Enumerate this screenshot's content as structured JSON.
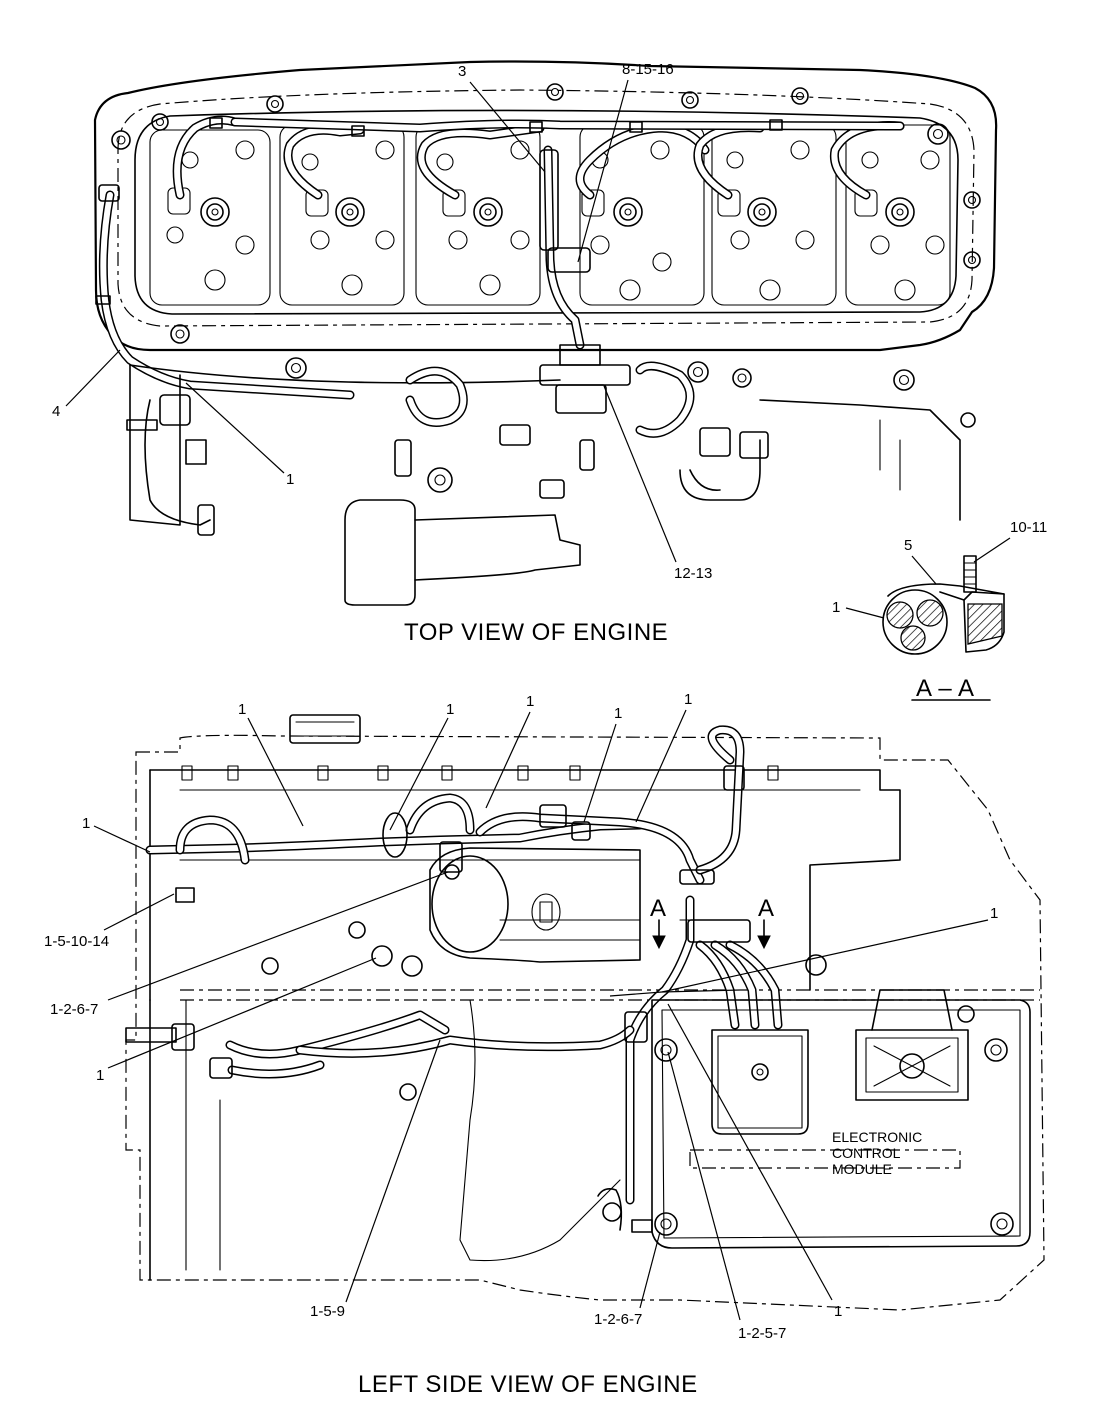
{
  "captions": {
    "top_view": "TOP  VIEW  OF ENGINE",
    "left_view": "LEFT  SIDE  VIEW  OF  ENGINE",
    "section": "A – A"
  },
  "section_markers": {
    "left": "A",
    "right": "A"
  },
  "ecm_label": [
    "ELECTRONIC",
    "CONTROL",
    "MODULE"
  ],
  "top_callouts": [
    "3",
    "8-15-16",
    "4",
    "1",
    "12-13"
  ],
  "section_callouts": [
    "10-11",
    "5",
    "1"
  ],
  "side_callouts": [
    "1",
    "1",
    "1",
    "1",
    "1",
    "1",
    "1-5-10-14",
    "1-2-6-7",
    "1",
    "1",
    "1-5-9",
    "1-2-6-7",
    "1-2-5-7",
    "1"
  ]
}
